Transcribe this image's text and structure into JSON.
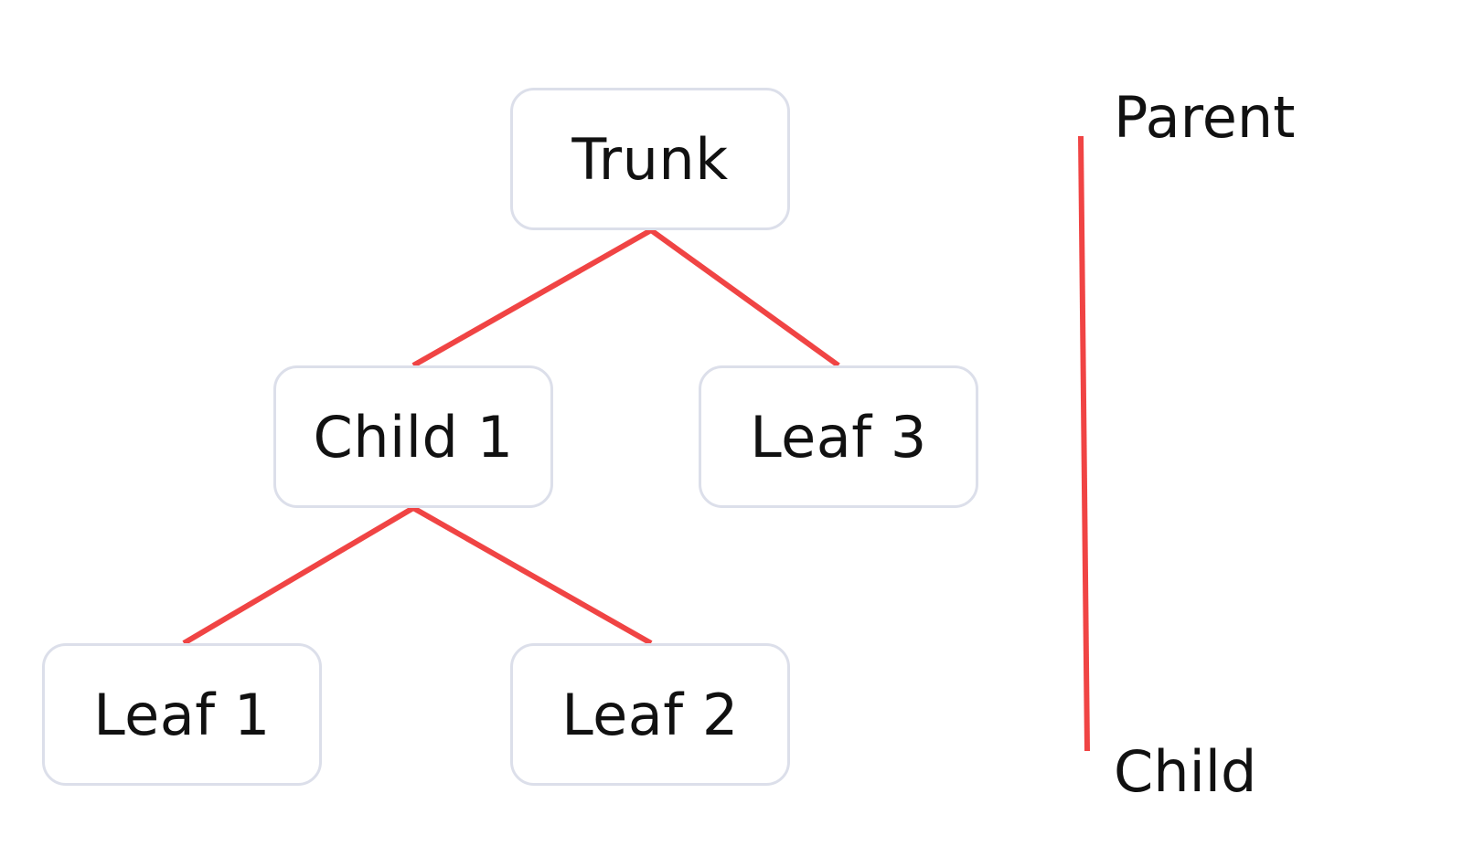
{
  "diagram": {
    "nodes": {
      "trunk": "Trunk",
      "child1": "Child 1",
      "leaf3": "Leaf 3",
      "leaf1": "Leaf 1",
      "leaf2": "Leaf 2"
    },
    "edges": [
      [
        "Trunk",
        "Child 1"
      ],
      [
        "Trunk",
        "Leaf 3"
      ],
      [
        "Child 1",
        "Leaf 1"
      ],
      [
        "Child 1",
        "Leaf 2"
      ]
    ],
    "scale": {
      "top_label": "Parent",
      "bottom_label": "Child"
    },
    "colors": {
      "edge": "#f04444",
      "node_border": "#dcdfea",
      "text": "#111111"
    }
  }
}
